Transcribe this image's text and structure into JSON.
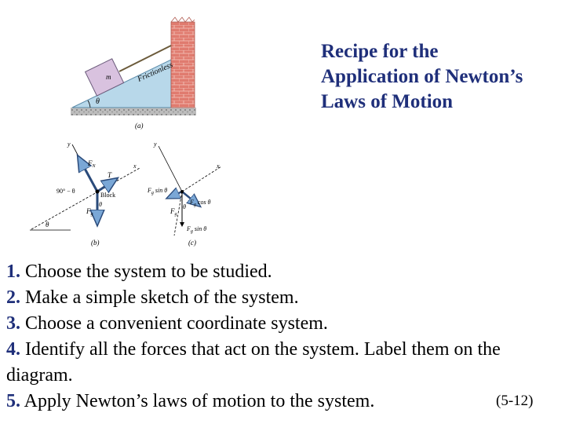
{
  "title_lines": [
    "Recipe for the",
    "Application of Newton’s",
    "Laws of Motion"
  ],
  "figure": {
    "block_label": "m",
    "string_label": "Frictionless",
    "theta": "θ",
    "caption_a": "(a)",
    "caption_b": "(b)",
    "caption_c": "(c)",
    "axis_x": "x",
    "axis_y": "y",
    "normal_force": "F",
    "normal_sub": "N",
    "tension": "T",
    "gravity": "F",
    "gravity_sub": "g",
    "block_text": "Block",
    "angle_text": "90° − θ",
    "gsin": "F",
    "gsin_sub": "g",
    "gsin_suffix": " sin θ",
    "gcos": "F",
    "gcos_sub": "g",
    "gcos_suffix": " cos θ",
    "colors": {
      "incline": "#b8d8ea",
      "wall": "#e07b6f",
      "block": "#d9c2df",
      "ground": "#9a9a9a",
      "arrow_head": "#7aa7d6",
      "heading": "#1f2f7a"
    }
  },
  "steps": [
    {
      "num": "1.",
      "text": " Choose the system to be studied."
    },
    {
      "num": "2.",
      "text": " Make a simple sketch of the system."
    },
    {
      "num": "3.",
      "text": " Choose a convenient coordinate system."
    },
    {
      "num": "4.",
      "text": " Identify all the forces that act on the system.  Label them on the diagram."
    },
    {
      "num": "5.",
      "text": "  Apply Newton’s laws of motion to the system."
    }
  ],
  "slide_number": "(5-12)"
}
